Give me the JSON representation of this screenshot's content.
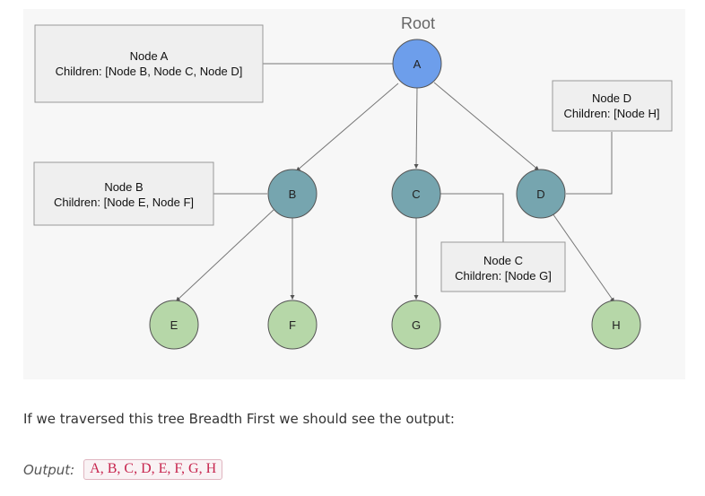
{
  "diagram": {
    "root_label": "Root",
    "nodes": {
      "A": {
        "label": "A",
        "color": "#6d9eeb"
      },
      "B": {
        "label": "B",
        "color": "#76a5af"
      },
      "C": {
        "label": "C",
        "color": "#76a5af"
      },
      "D": {
        "label": "D",
        "color": "#76a5af"
      },
      "E": {
        "label": "E",
        "color": "#b6d7a8"
      },
      "F": {
        "label": "F",
        "color": "#b6d7a8"
      },
      "G": {
        "label": "G",
        "color": "#b6d7a8"
      },
      "H": {
        "label": "H",
        "color": "#b6d7a8"
      }
    },
    "info_boxes": {
      "a": {
        "title": "Node A",
        "children": "Children: [Node B, Node C, Node D]"
      },
      "b": {
        "title": "Node B",
        "children": "Children: [Node E, Node F]"
      },
      "c": {
        "title": "Node C",
        "children": "Children: [Node G]"
      },
      "d": {
        "title": "Node D",
        "children": "Children: [Node H]"
      }
    },
    "edges": [
      [
        "A",
        "B"
      ],
      [
        "A",
        "C"
      ],
      [
        "A",
        "D"
      ],
      [
        "B",
        "E"
      ],
      [
        "B",
        "F"
      ],
      [
        "C",
        "G"
      ],
      [
        "D",
        "H"
      ]
    ]
  },
  "caption": "If we traversed this tree Breadth First we should see the output:",
  "output": {
    "label": "Output:",
    "value": "A, B, C, D, E, F, G, H"
  }
}
